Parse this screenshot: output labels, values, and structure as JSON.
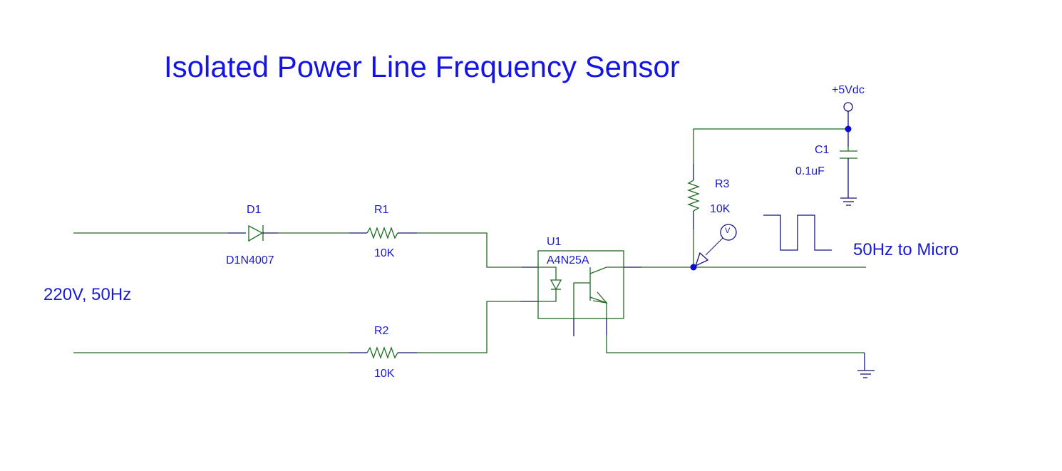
{
  "title": "Isolated Power Line Frequency Sensor",
  "input": {
    "label": "220V, 50Hz"
  },
  "output": {
    "label": "50Hz to Micro"
  },
  "supply": {
    "label": "+5Vdc"
  },
  "components": {
    "d1": {
      "ref": "D1",
      "value": "D1N4007",
      "type": "diode"
    },
    "r1": {
      "ref": "R1",
      "value": "10K",
      "type": "resistor"
    },
    "r2": {
      "ref": "R2",
      "value": "10K",
      "type": "resistor"
    },
    "r3": {
      "ref": "R3",
      "value": "10K",
      "type": "resistor"
    },
    "c1": {
      "ref": "C1",
      "value": "0.1uF",
      "type": "capacitor"
    },
    "u1": {
      "ref": "U1",
      "value": "A4N25A",
      "type": "optocoupler"
    }
  },
  "probe": {
    "label": "V",
    "icon": "voltage-probe-icon"
  },
  "colors": {
    "wire": "#1f6b1f",
    "pin": "#141478",
    "text": "#1a1ad0",
    "title": "#1414e6",
    "junction": "#0a0ae0"
  }
}
